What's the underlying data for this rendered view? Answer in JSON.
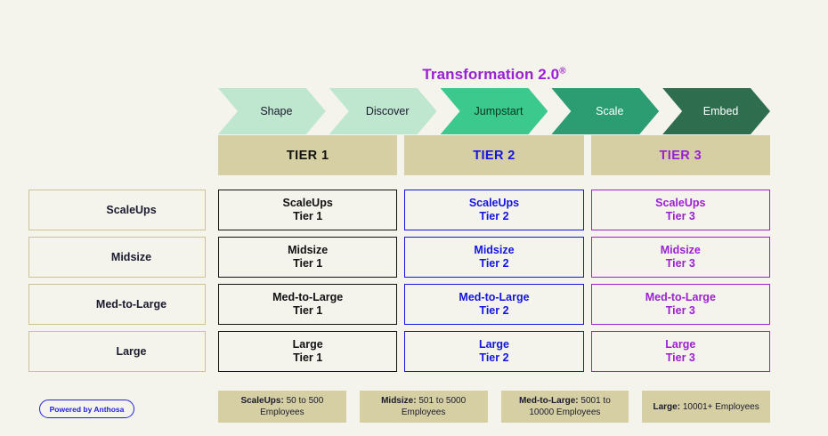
{
  "title": {
    "text": "Transformation 2.0",
    "registered_mark": "®",
    "color": "#9b1fd4"
  },
  "phases": [
    {
      "label": "Shape",
      "bg": "#bfe6ce",
      "fg": "#1b1b2f"
    },
    {
      "label": "Discover",
      "bg": "#bfe6ce",
      "fg": "#1b1b2f"
    },
    {
      "label": "Jumpstart",
      "bg": "#3cc98d",
      "fg": "#10321f"
    },
    {
      "label": "Scale",
      "bg": "#2c9c73",
      "fg": "#ffffff"
    },
    {
      "label": "Embed",
      "bg": "#2e6e4f",
      "fg": "#ffffff"
    }
  ],
  "tier_headers": [
    {
      "label": "TIER 1",
      "color": "#111111"
    },
    {
      "label": "TIER 2",
      "color": "#1414e0"
    },
    {
      "label": "TIER 3",
      "color": "#9b1fd4"
    }
  ],
  "rows": [
    {
      "label": "ScaleUps",
      "cells": [
        {
          "segment": "ScaleUps",
          "tier": "Tier 1"
        },
        {
          "segment": "ScaleUps",
          "tier": "Tier 2"
        },
        {
          "segment": "ScaleUps",
          "tier": "Tier 3"
        }
      ]
    },
    {
      "label": "Midsize",
      "cells": [
        {
          "segment": "Midsize",
          "tier": "Tier 1"
        },
        {
          "segment": "Midsize",
          "tier": "Tier 2"
        },
        {
          "segment": "Midsize",
          "tier": "Tier 3"
        }
      ]
    },
    {
      "label": "Med-to-Large",
      "cells": [
        {
          "segment": "Med-to-Large",
          "tier": "Tier 1"
        },
        {
          "segment": "Med-to-Large",
          "tier": "Tier 2"
        },
        {
          "segment": "Med-to-Large",
          "tier": "Tier 3"
        }
      ]
    },
    {
      "label": "Large",
      "cells": [
        {
          "segment": "Large",
          "tier": "Tier 1"
        },
        {
          "segment": "Large",
          "tier": "Tier 2"
        },
        {
          "segment": "Large",
          "tier": "Tier 3"
        }
      ]
    }
  ],
  "legend": [
    {
      "name": "ScaleUps:",
      "range": " 50 to 500 Employees"
    },
    {
      "name": "Midsize:",
      "range": " 501 to 5000 Employees"
    },
    {
      "name": "Med-to-Large:",
      "range": " 5001 to 10000 Employees"
    },
    {
      "name": "Large:",
      "range": " 10001+ Employees"
    }
  ],
  "badge": {
    "label": "Powered by Anthosa",
    "color": "#2222e0"
  }
}
